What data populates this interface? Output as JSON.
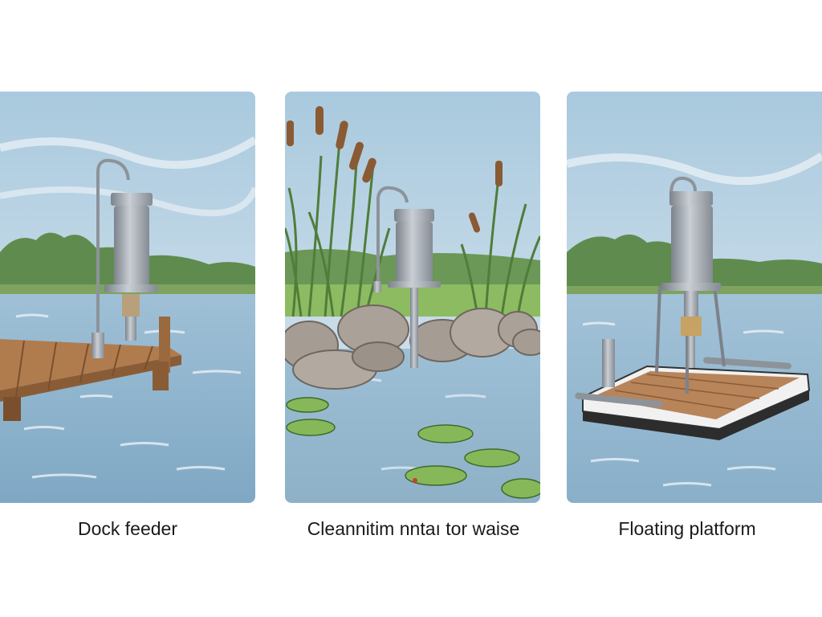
{
  "panels": [
    {
      "caption": "Dock feeder"
    },
    {
      "caption": "Cleannitim nntaı tor waise"
    },
    {
      "caption": "Floating platform"
    }
  ],
  "colors": {
    "sky": "#bcd6e6",
    "water": "#8fb3cc",
    "trees": "#6e9a5a",
    "feeder_metal": "#a8adb4",
    "dock_wood": "#a8744a",
    "rock": "#a59c93",
    "lily_pad": "#86b85a"
  },
  "icons": [
    "feeder-icon",
    "dock-icon",
    "cattail-icon",
    "rock-icon",
    "lily-pad-icon",
    "platform-icon"
  ]
}
